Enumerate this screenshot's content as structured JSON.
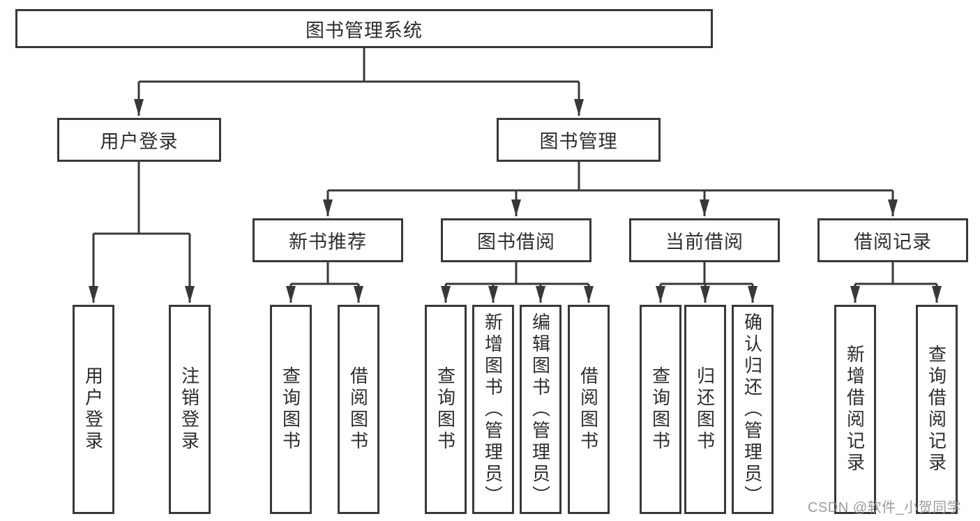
{
  "diagram": {
    "type": "hierarchy-flowchart",
    "colors": {
      "line": "#383838",
      "box_border": "#383838",
      "text": "#2d2d2d",
      "background": "#ffffff",
      "watermark": "#949494"
    },
    "tree": {
      "root": "图书管理系统",
      "level2": [
        {
          "label": "用户登录",
          "children": [
            {
              "label": "用户登录"
            },
            {
              "label": "注销登录"
            }
          ]
        },
        {
          "label": "图书管理",
          "children": [
            {
              "label": "新书推荐",
              "children": [
                {
                  "label": "查询图书"
                },
                {
                  "label": "借阅图书"
                }
              ]
            },
            {
              "label": "图书借阅",
              "children": [
                {
                  "label": "查询图书"
                },
                {
                  "label": "新增图书（管理员）"
                },
                {
                  "label": "编辑图书（管理员）"
                },
                {
                  "label": "借阅图书"
                }
              ]
            },
            {
              "label": "当前借阅",
              "children": [
                {
                  "label": "查询图书"
                },
                {
                  "label": "归还图书"
                },
                {
                  "label": "确认归还（管理员）"
                }
              ]
            },
            {
              "label": "借阅记录",
              "children": [
                {
                  "label": "新增借阅记录"
                },
                {
                  "label": "查询借阅记录"
                }
              ]
            }
          ]
        }
      ]
    },
    "watermark": {
      "text": "CSDN @软件_小贺同学"
    }
  }
}
